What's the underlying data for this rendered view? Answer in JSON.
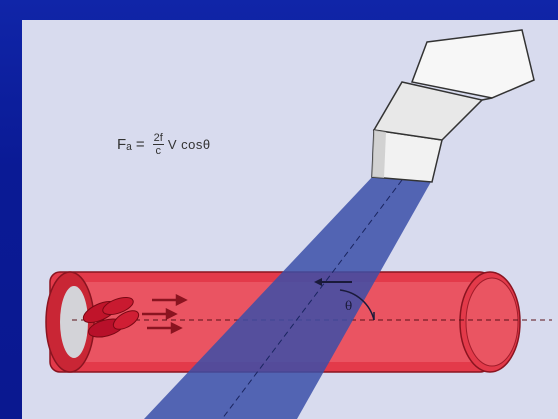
{
  "diagram": {
    "formula": {
      "lhs": "Fₐ =",
      "numerator": "2f",
      "denominator": "c",
      "rhs": "V cosθ"
    },
    "angle_label": "θ",
    "colors": {
      "background": "#0b1a8e",
      "panel": "#d8dbee",
      "vessel": "#e33a4a",
      "vessel_dark": "#b81e2e",
      "beam": "#3b4fa8",
      "transducer": "#f2f2f2"
    }
  }
}
